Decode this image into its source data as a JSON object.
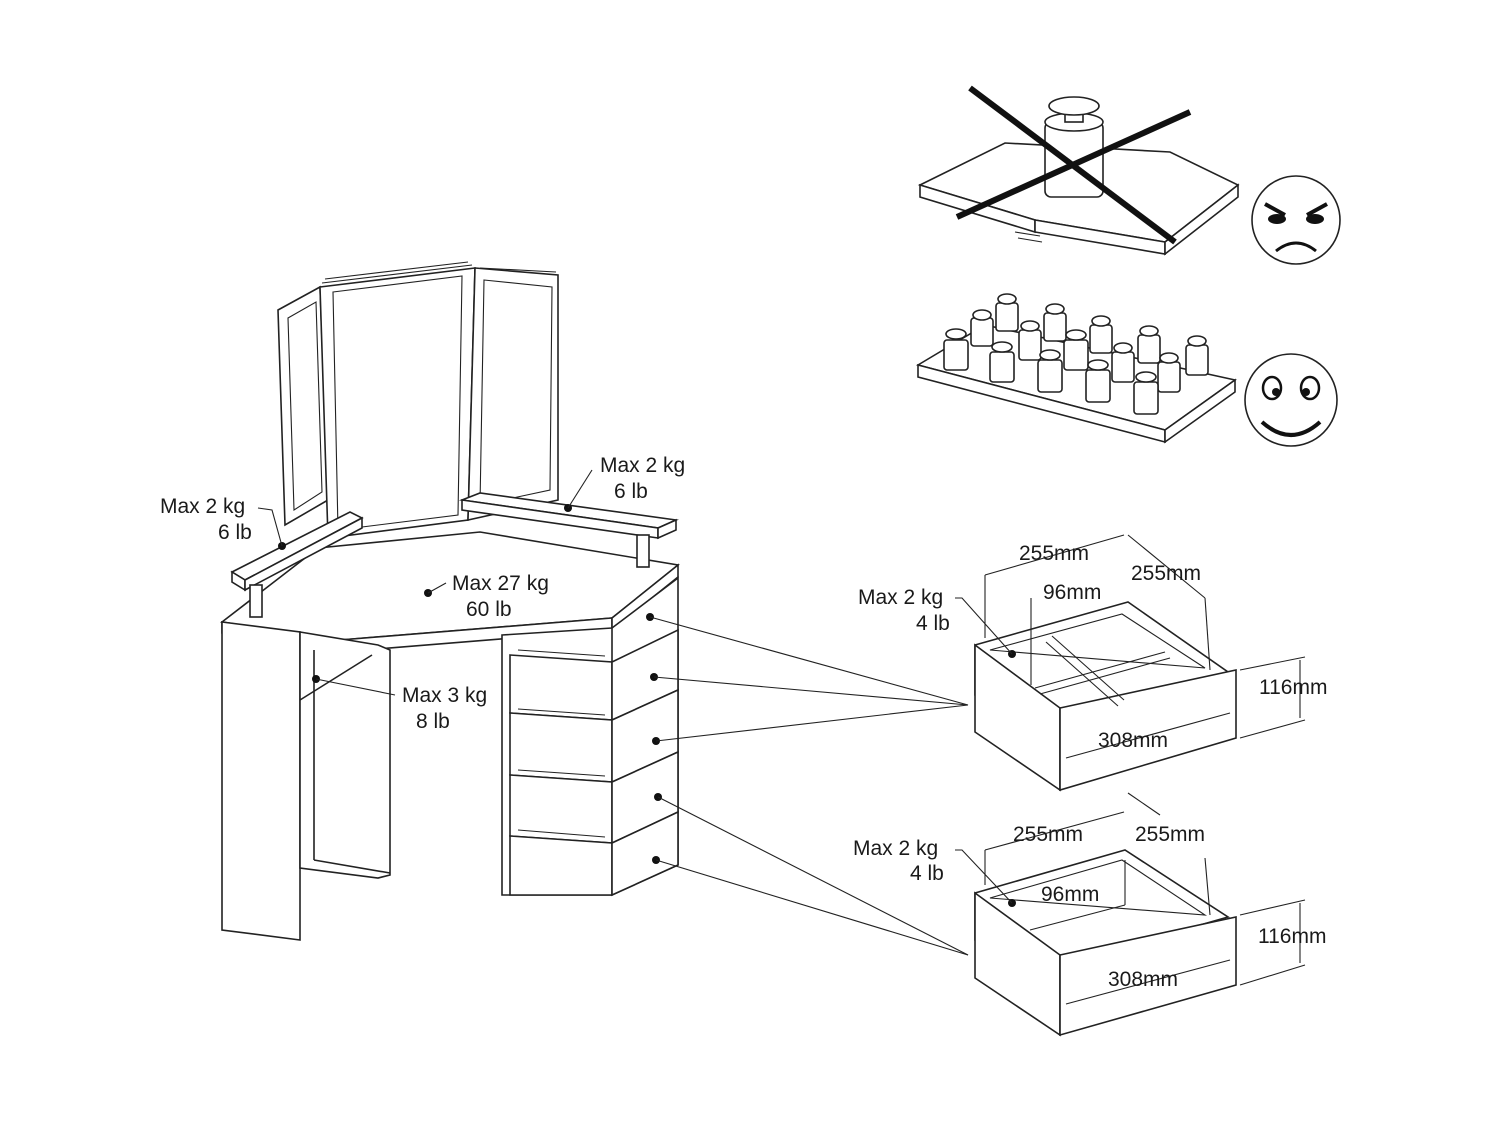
{
  "vanity": {
    "left_shelf": {
      "max": "Max 2 kg",
      "lb": "6 lb"
    },
    "right_shelf": {
      "max": "Max 2 kg",
      "lb": "6 lb"
    },
    "top": {
      "max": "Max 27 kg",
      "lb": "60 lb"
    },
    "lower_shelf": {
      "max": "Max 3 kg",
      "lb": "8 lb"
    }
  },
  "drawer_divided": {
    "max": "Max 2 kg",
    "lb": "4 lb",
    "width_a": "255mm",
    "width_b": "255mm",
    "inner": "96mm",
    "height": "116mm",
    "front": "308mm"
  },
  "drawer_open": {
    "max": "Max 2 kg",
    "lb": "4 lb",
    "width_a": "255mm",
    "width_b": "255mm",
    "inner": "96mm",
    "height": "116mm",
    "front": "308mm"
  },
  "load_guidance": {
    "incorrect_icon": "angry-face-icon",
    "correct_icon": "happy-face-icon"
  }
}
